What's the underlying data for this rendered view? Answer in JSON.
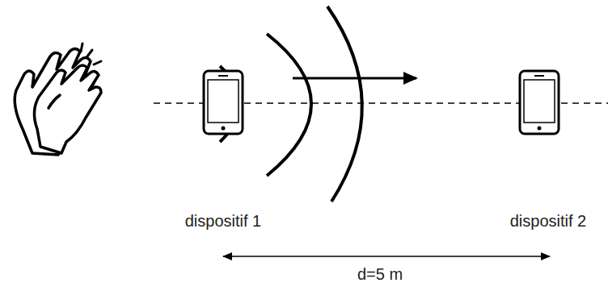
{
  "diagram": {
    "labels": [
      "dispositif 1",
      "dispositif 2",
      "d=5 m"
    ]
  }
}
